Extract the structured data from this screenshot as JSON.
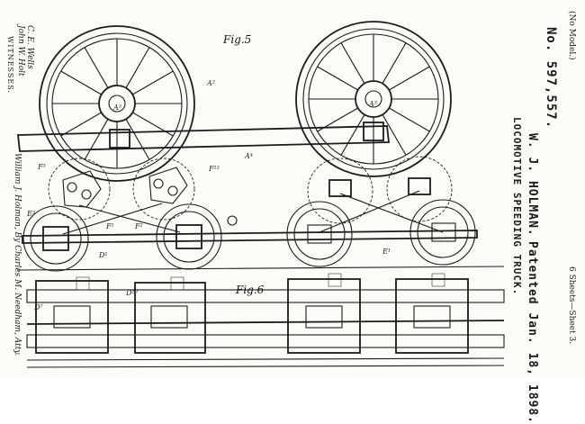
{
  "header": {
    "model": "(No Model.)",
    "sheets": "6 Sheets—Sheet 3.",
    "inventor": "W. J. HOLMAN.",
    "title": "LOCOMOTIVE SPEEDING TRUCK.",
    "patent_no": "No. 597,557.",
    "patented": "Patented Jan. 18, 1898."
  },
  "figures": {
    "fig5": "Fig.5",
    "fig6": "Fig.6"
  },
  "witnesses": {
    "label": "WITNESSES.",
    "names": [
      "C. E. Wells",
      "John W. Holt"
    ]
  },
  "inventor_signature": "William J. Holman, By Charles M. Needham, Atty.",
  "part_labels": {
    "a2": "A²",
    "a3": "A³",
    "a4": "A⁴",
    "f3": "F³",
    "f12": "F¹²",
    "e3": "E³",
    "e1": "E¹",
    "d1": "D¹",
    "d7": "D⁷",
    "d10": "D¹⁰",
    "f1": "F¹",
    "f2": "F²"
  }
}
